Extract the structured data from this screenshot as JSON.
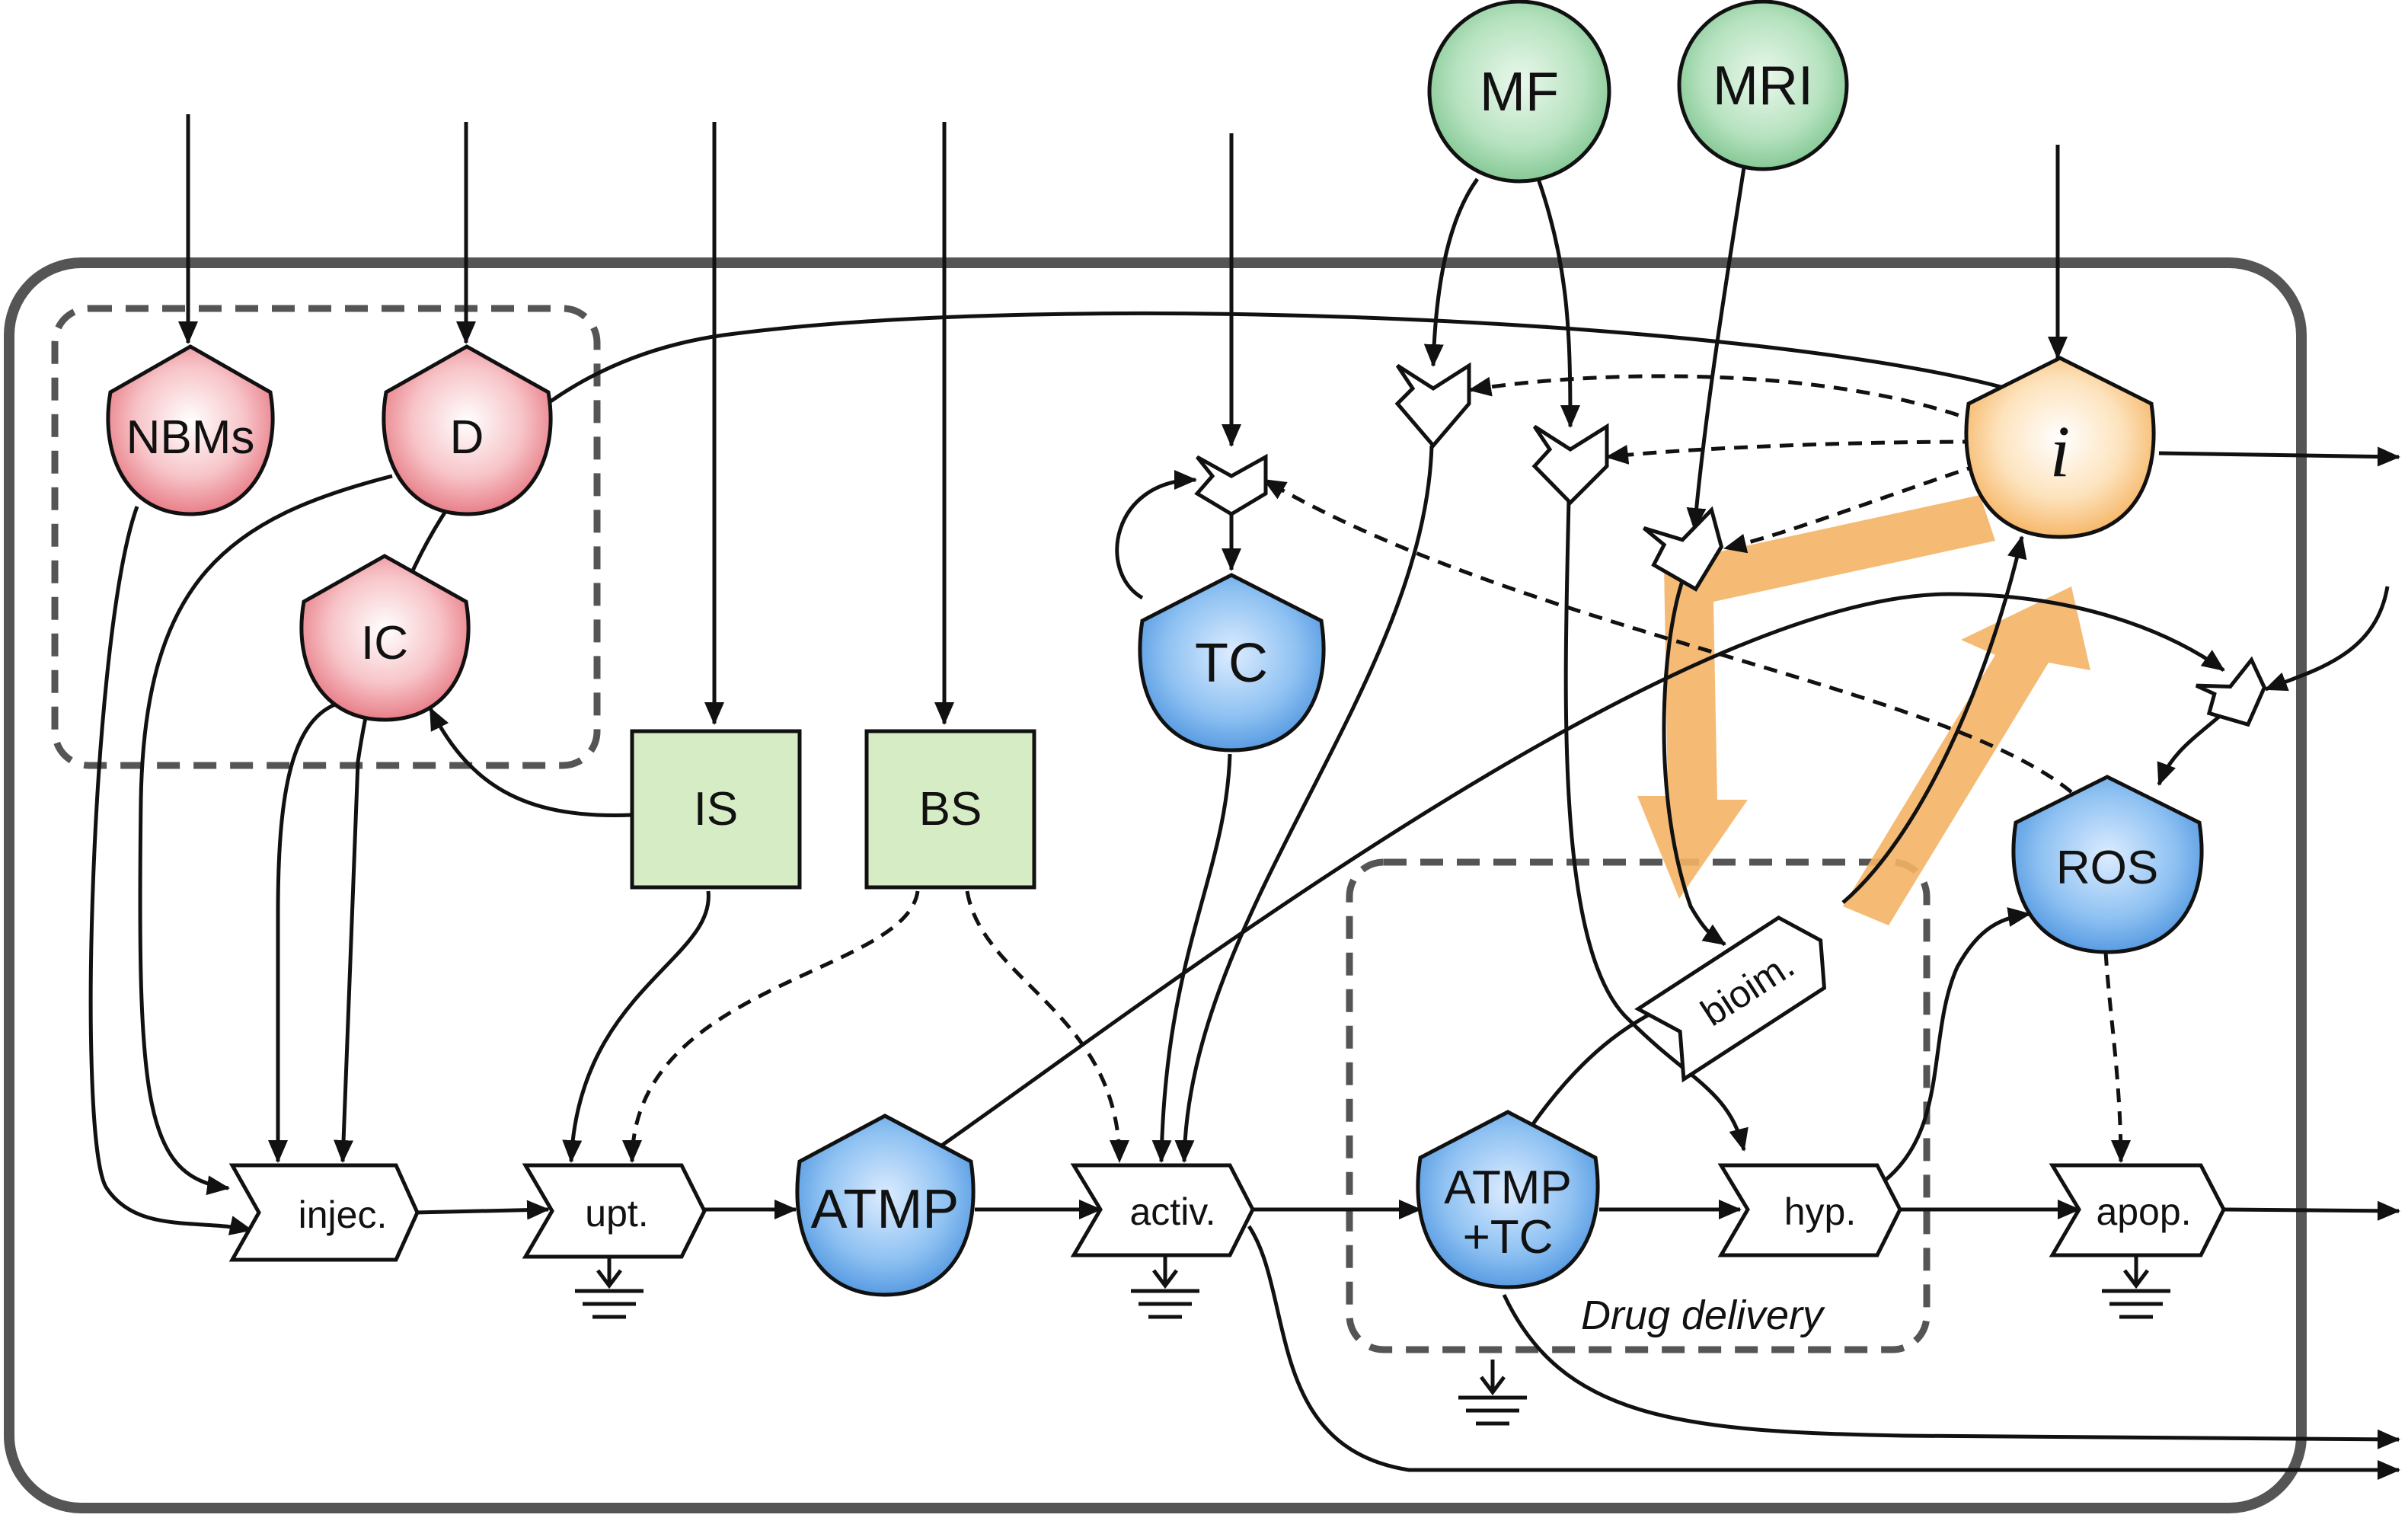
{
  "nodes": {
    "nbms": "NBMs",
    "d": "D",
    "ic": "IC",
    "is": "IS",
    "bs": "BS",
    "tc": "TC",
    "mf": "MF",
    "mri": "MRI",
    "i": "i",
    "ros": "ROS",
    "atmp": "ATMP",
    "atmp_tc_line1": "ATMP",
    "atmp_tc_line2": "+TC"
  },
  "processes": {
    "injec": "injec.",
    "upt": "upt.",
    "activ": "activ.",
    "hyp": "hyp.",
    "apop": "apop.",
    "bioim": "bioim."
  },
  "group_label": "Drug delivery",
  "colors": {
    "red_node": "#e8828a",
    "blue_node": "#6aa8e8",
    "green_node": "#8cce9c",
    "orange_node": "#f5b664",
    "green_box": "#d6ecc4",
    "orange_arrow": "#f4b466"
  }
}
